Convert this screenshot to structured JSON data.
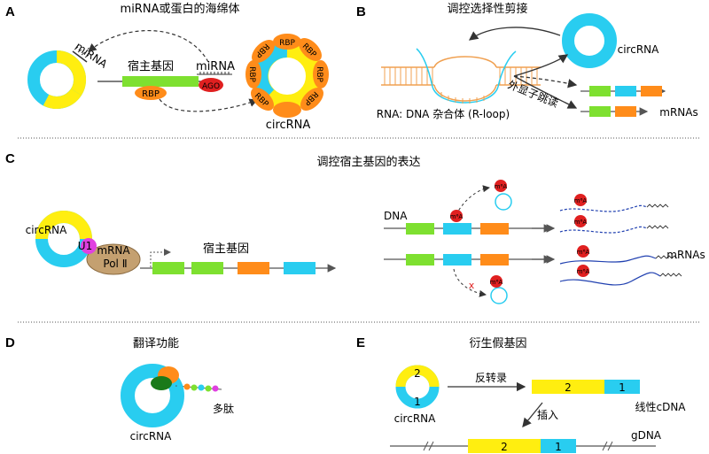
{
  "panels": {
    "A": {
      "letter": "A",
      "title": "miRNA或蛋白的海绵体",
      "mirna_left": "miRNA",
      "host_gene": "宿主基因",
      "mirna_right": "miRNA",
      "rbp": "RBP",
      "ago": "AGO",
      "ring_rbp": "RBP",
      "circrna": "circRNA"
    },
    "B": {
      "letter": "B",
      "title": "调控选择性剪接",
      "circrna": "circRNA",
      "rloop": "RNA: DNA 杂合体 (R-loop)",
      "exon_skip": "外显子跳读",
      "mrnas": "mRNAs"
    },
    "C": {
      "letter": "C",
      "title": "调控宿主基因的表达",
      "circrna": "circRNA",
      "u1": "U1",
      "pol_line1": "mRNA",
      "pol_line2": "Pol Ⅱ",
      "host_gene": "宿主基因",
      "dna": "DNA",
      "m6a": "m⁶A",
      "x_mark": "x",
      "mrnas": "mRNAs"
    },
    "D": {
      "letter": "D",
      "title": "翻译功能",
      "peptide": "多肽",
      "circrna": "circRNA"
    },
    "E": {
      "letter": "E",
      "title": "衍生假基因",
      "reverse_transcription": "反转录",
      "insert": "插入",
      "linear_cdna": "线性cDNA",
      "gdna": "gDNA",
      "circrna": "circRNA",
      "exon2": "2",
      "exon1": "1"
    }
  },
  "colors": {
    "cyan": "#29cdf0",
    "yellow": "#ffee10",
    "green": "#7ee030",
    "orange": "#ff8c1a",
    "red": "#e02020",
    "rbp_orange": "#ff8c1a",
    "dark": "#333333"
  }
}
